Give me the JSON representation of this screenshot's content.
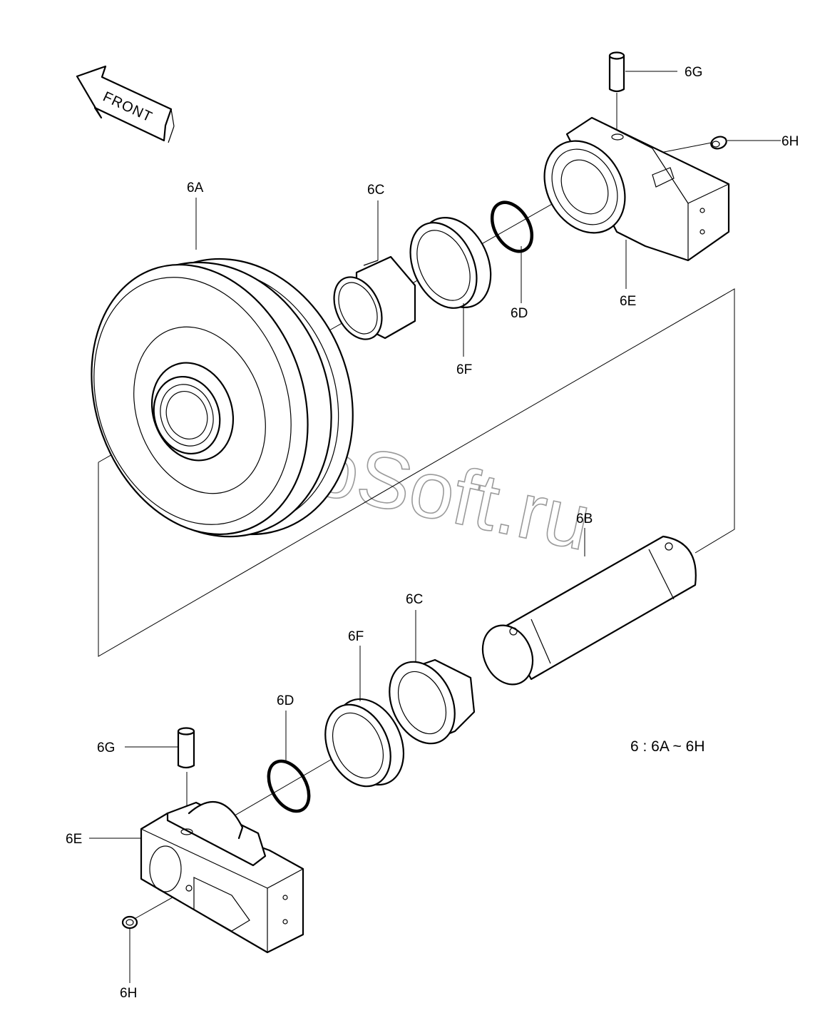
{
  "diagram": {
    "front_label": "FRONT",
    "watermark": "AutoSoft.ru",
    "note": "6 : 6A ~ 6H",
    "labels": {
      "a": "6A",
      "b": "6B",
      "c_top": "6C",
      "c_bottom": "6C",
      "d_top": "6D",
      "d_bottom": "6D",
      "e_top": "6E",
      "e_bottom": "6E",
      "f_top": "6F",
      "f_bottom": "6F",
      "g_top": "6G",
      "g_bottom": "6G",
      "h_top": "6H",
      "h_bottom": "6H"
    }
  }
}
